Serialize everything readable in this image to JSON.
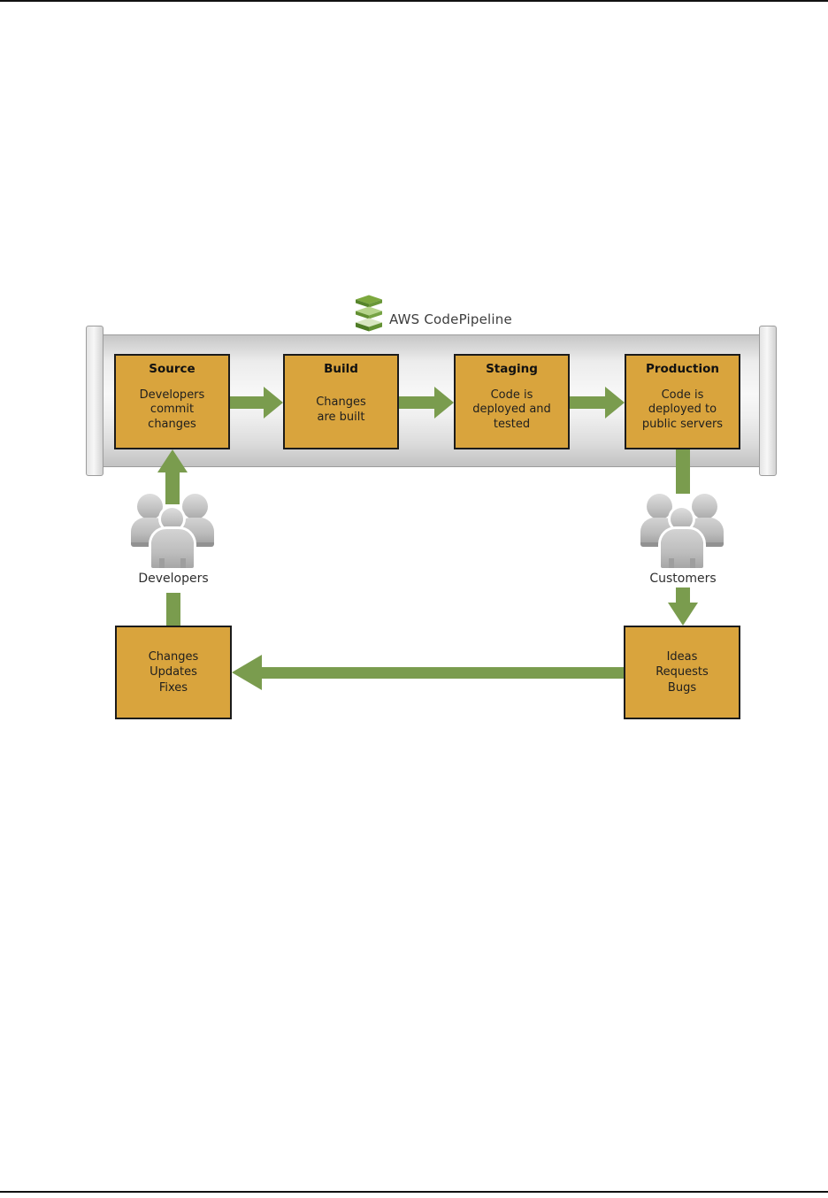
{
  "diagram": {
    "title": "AWS CodePipeline",
    "stages": [
      {
        "name": "Source",
        "description": "Developers\ncommit\nchanges"
      },
      {
        "name": "Build",
        "description": "Changes\nare built"
      },
      {
        "name": "Staging",
        "description": "Code is\ndeployed and\ntested"
      },
      {
        "name": "Production",
        "description": "Code is\ndeployed to\npublic servers"
      }
    ],
    "actors": {
      "developers": {
        "label": "Developers",
        "icon": "people-group-icon"
      },
      "customers": {
        "label": "Customers",
        "icon": "people-group-icon"
      }
    },
    "feedback": {
      "dev_box": "Changes\nUpdates\nFixes",
      "customer_box": "Ideas\nRequests\nBugs"
    },
    "colors": {
      "stage_fill": "#d9a43d",
      "stage_border": "#1b1b1b",
      "arrow_green": "#7a9c4e",
      "text_dark": "#1e1e1e"
    }
  }
}
